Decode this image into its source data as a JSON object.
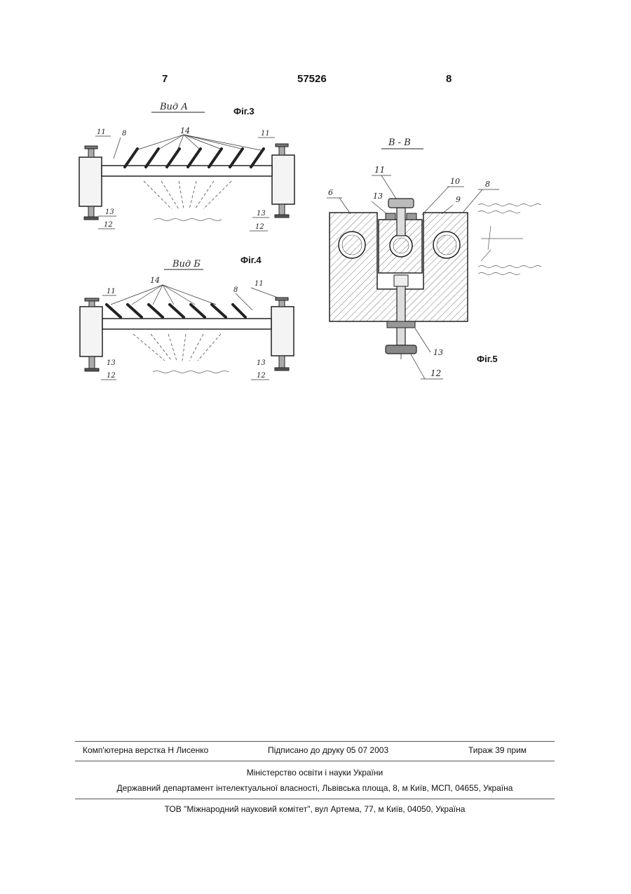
{
  "header": {
    "left_page": "7",
    "patent_number": "57526",
    "right_page": "8"
  },
  "figures": {
    "fig3": {
      "caption": "Фіг.3",
      "view_label": "Вид А"
    },
    "fig4": {
      "caption": "Фіг.4",
      "view_label": "Вид Б"
    },
    "fig5": {
      "caption": "Фіг.5",
      "section_label": "В - В"
    }
  },
  "callouts": {
    "n6": "6",
    "n8": "8",
    "n9": "9",
    "n10": "10",
    "n11": "11",
    "n12": "12",
    "n13": "13",
    "n14": "14"
  },
  "footer": {
    "typesetting": "Комп'ютерна верстка Н Лисенко",
    "signed": "Підписано до друку 05 07 2003",
    "print_run": "Тираж 39 прим",
    "ministry": "Міністерство освіти і науки України",
    "department": "Державний департамент інтелектуальної власності, Львівська площа, 8, м  Київ, МСП, 04655, Україна",
    "publisher": "ТОВ \"Міжнародний науковий комітет\", вул  Артема, 77, м  Київ, 04050, Україна"
  }
}
